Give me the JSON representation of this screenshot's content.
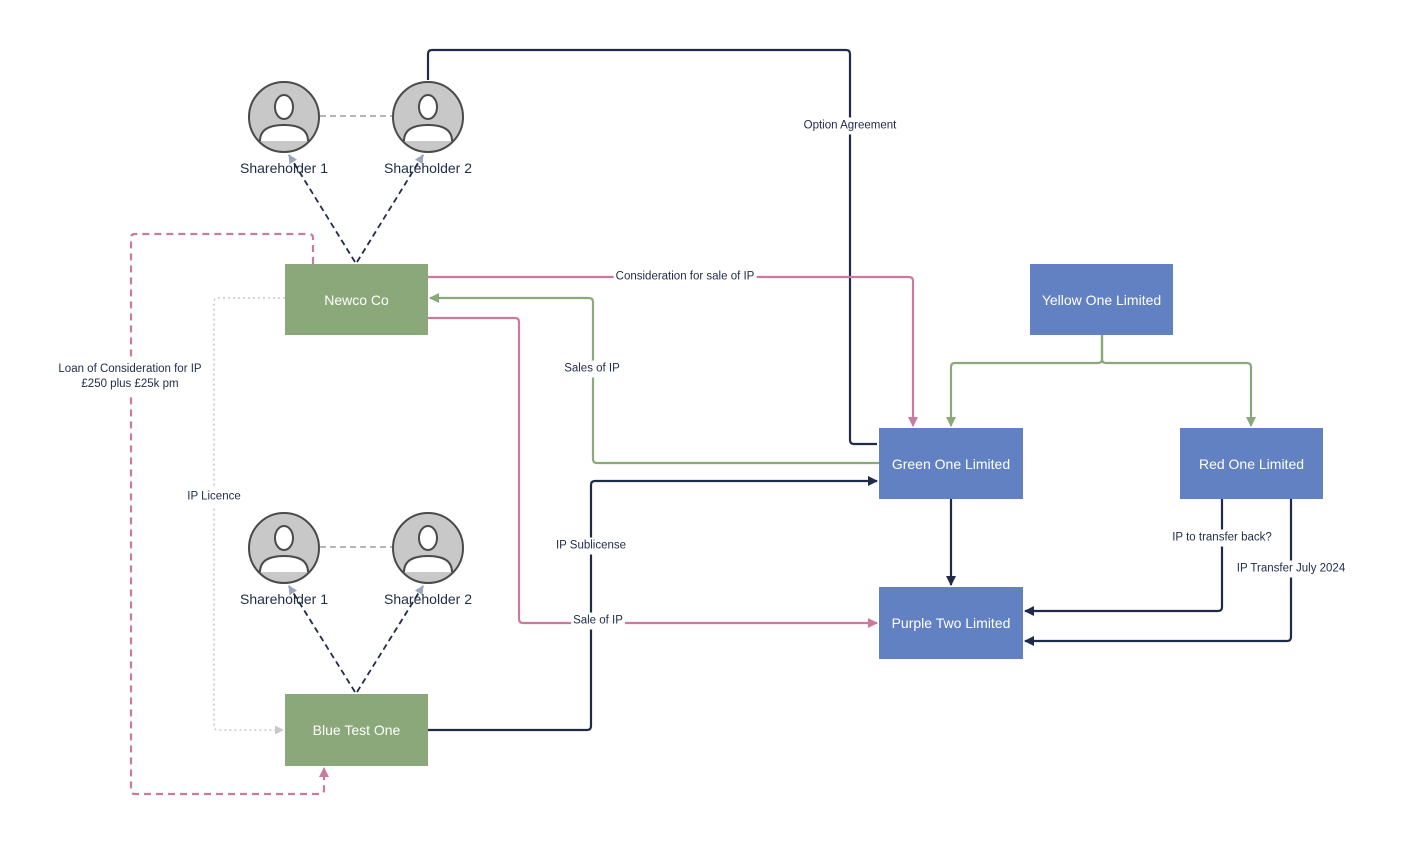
{
  "nodes": {
    "newco": "Newco Co",
    "blue_test": "Blue Test One",
    "yellow": "Yellow One Limited",
    "green": "Green One Limited",
    "red": "Red One Limited",
    "purple": "Purple Two Limited"
  },
  "people": {
    "top_1": "Shareholder 1",
    "top_2": "Shareholder 2",
    "bottom_1": "Shareholder 1",
    "bottom_2": "Shareholder 2"
  },
  "edges": {
    "option_agreement": "Option Agreement",
    "consideration": "Consideration for sale of IP",
    "sales_of_ip": "Sales of IP",
    "loan_line1": "Loan of Consideration for IP",
    "loan_line2": "£250 plus £25k pm",
    "ip_licence": "IP Licence",
    "ip_sublicense": "IP Sublicense",
    "sale_of_ip": "Sale of IP",
    "ip_transfer_back": "IP to transfer back?",
    "ip_transfer_july": "IP Transfer July 2024"
  },
  "colors": {
    "navy": "#1f2b47",
    "pink": "#c97a9e",
    "green_line": "#8ba87b",
    "grey_dotted": "#c8c8c8",
    "green_node": "#8ba87b",
    "blue_node": "#6181c2"
  }
}
